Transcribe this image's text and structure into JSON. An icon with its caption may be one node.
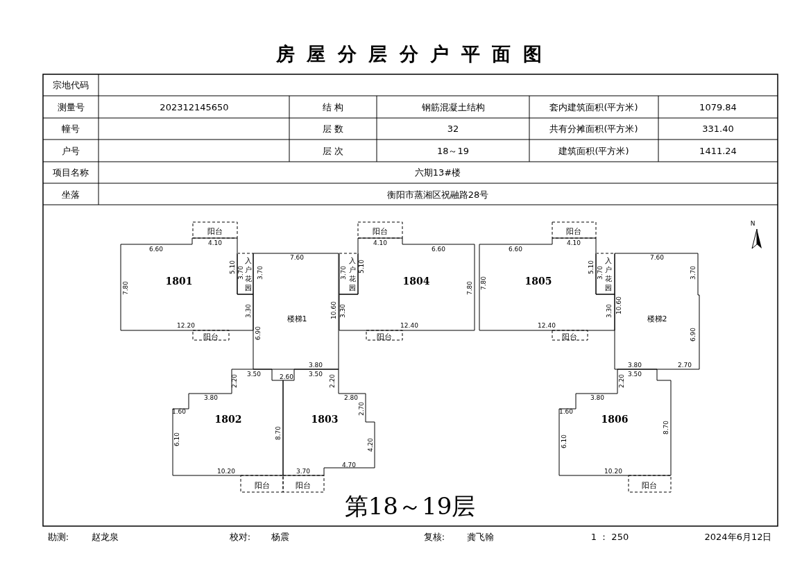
{
  "diagram": {
    "title": "房屋分层分户平面图",
    "nodes": [
      {
        "text": [
          "1801"
        ]
      },
      {
        "text": [
          "阳台"
        ]
      },
      {
        "text": [
          "阳台"
        ]
      },
      {
        "text": [
          "入户花园"
        ]
      },
      {
        "text": [
          "楼梯1"
        ]
      },
      {
        "text": [
          "入户花园"
        ]
      },
      {
        "text": [
          "1804"
        ]
      },
      {
        "text": [
          "阳台"
        ]
      },
      {
        "text": [
          "阳台"
        ]
      },
      {
        "text": [
          "1805"
        ]
      },
      {
        "text": [
          "阳台"
        ]
      },
      {
        "text": [
          "阳台"
        ]
      },
      {
        "text": [
          "入户花园"
        ]
      },
      {
        "text": [
          "楼梯2"
        ]
      },
      {
        "text": [
          "1802"
        ]
      },
      {
        "text": [
          "阳台"
        ]
      },
      {
        "text": [
          "1803"
        ]
      },
      {
        "text": [
          "阳台"
        ]
      },
      {
        "text": [
          "1806"
        ]
      },
      {
        "text": [
          "阳台"
        ]
      }
    ],
    "edges": [],
    "labels": [
      "宗地代码",
      "测量号",
      "202312145650",
      "结 构",
      "钢筋混凝土结构",
      "套内建筑面积(平方米)",
      "1079.84",
      "幢号",
      "层 数",
      "32",
      "共有分摊面积(平方米)",
      "331.40",
      "户号",
      "层 次",
      "18～19",
      "建筑面积(平方米)",
      "1411.24",
      "项目名称",
      "六期13#楼",
      "坐落",
      "衡阳市蒸湘区祝融路28号",
      "N",
      "6.60",
      "4.10",
      "5.10",
      "3.70",
      "3.70",
      "7.60",
      "7.80",
      "12.20",
      "3.30",
      "10.60",
      "6.90",
      "3.80",
      "4.10",
      "6.60",
      "5.10",
      "3.70",
      "3.30",
      "7.80",
      "12.40",
      "6.60",
      "4.10",
      "5.10",
      "3.70",
      "7.60",
      "3.70",
      "7.80",
      "12.40",
      "3.30",
      "10.60",
      "6.90",
      "3.80",
      "2.70",
      "3.50",
      "2.20",
      "3.80",
      "1.60",
      "6.10",
      "8.70",
      "10.20",
      "2.60",
      "3.50",
      "2.20",
      "2.80",
      "2.70",
      "4.20",
      "4.70",
      "3.70",
      "3.50",
      "2.20",
      "3.80",
      "1.60",
      "6.10",
      "8.70",
      "10.20",
      "第18～19层",
      "勘测:",
      "赵龙泉",
      "校对:",
      "杨震",
      "复核:",
      "龚飞翰",
      "1 ： 250",
      "2024年6月12日"
    ]
  }
}
